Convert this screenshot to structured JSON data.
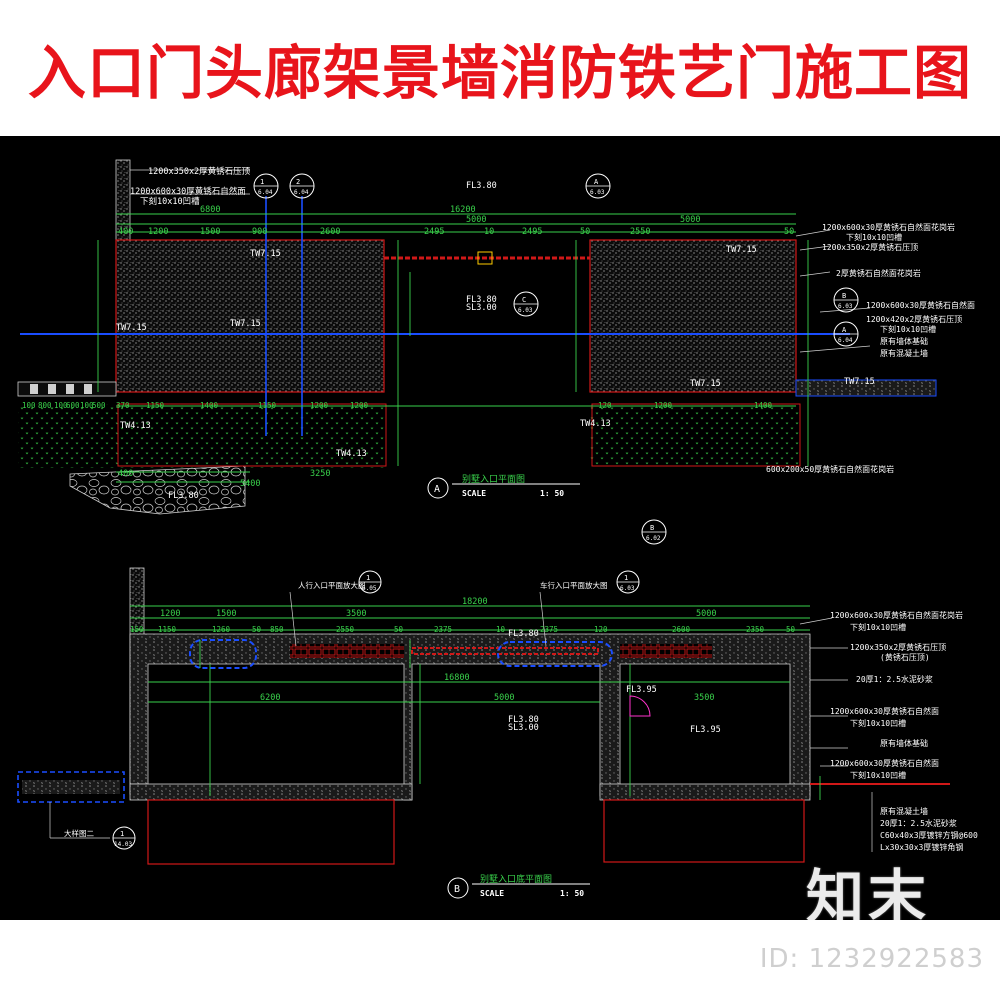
{
  "title": "入口门头廊架景墙消防铁艺门施工图",
  "watermark": {
    "logo": "知末",
    "id": "ID: 1232922583"
  },
  "colors": {
    "title": "#e8141b",
    "background": "#000000",
    "dim": "#39d14b",
    "axis": "#1a4dff",
    "wall": "#d01818",
    "text": "#ffffff",
    "note": "#ffffff",
    "mag": "#ff33cc"
  },
  "plan_a": {
    "caption": "别墅入口平面图",
    "scale_label": "SCALE",
    "scale": "1:  50",
    "marker": "A",
    "top_dims_row1": [
      "6800",
      "16200",
      "5000"
    ],
    "top_dims_row2": [
      "400",
      "1200",
      "1500",
      "900",
      "2600",
      "2495",
      "10",
      "2495",
      "50",
      "2550",
      "5000",
      "50"
    ],
    "notes_left": [
      "1200x350x2厚黄锈石压顶",
      "1200x600x30厚黄锈石自然面",
      "下刻10x10凹槽"
    ],
    "notes_right": [
      "1200x600x30厚黄锈石自然面花岗岩",
      "下刻10x10凹槽",
      "1200x350x2厚黄锈石压顶",
      "2厚黄锈石自然面花岗岩",
      "1200x600x30厚黄锈石自然面",
      "1200x420x2厚黄锈石压顶",
      "下刻10x10凹槽",
      "原有墙体基础",
      "原有混凝土墙"
    ],
    "labels": [
      "FL3.80",
      "TW7.15",
      "TW7.15",
      "TW7.15",
      "TW7.15",
      "TW4.13",
      "TW4.13",
      "TW4.13",
      "FL3.80",
      "SL3.00",
      "FL3.80"
    ],
    "bottom_dims": [
      "100",
      "800",
      "100",
      "600",
      "100",
      "500",
      "370",
      "1150",
      "1400",
      "1150",
      "1200",
      "1200",
      "120",
      "1200",
      "1400"
    ],
    "lower_dims": [
      "400",
      "3250",
      "5400"
    ],
    "footnote": "600x200x50厚黄锈石自然面花岗岩"
  },
  "plan_b": {
    "caption": "别墅入口底平面图",
    "scale_label": "SCALE",
    "scale": "1:  50",
    "marker": "B",
    "top_dims_row1": [
      "18200"
    ],
    "top_dims_row2": [
      "1200",
      "1500",
      "3500",
      "5000"
    ],
    "top_dims_row3": [
      "150",
      "1150",
      "1260",
      "50",
      "850",
      "2550",
      "50",
      "2375",
      "10",
      "2375",
      "120",
      "2600",
      "2350",
      "50"
    ],
    "mid_dims": [
      "16800",
      "6200",
      "5000",
      "3500"
    ],
    "labels": [
      "FL3.80",
      "FL3.95",
      "FL3.80",
      "SL3.00",
      "FL3.95"
    ],
    "callouts": [
      "人行入口平面放大图",
      "车行入口平面放大图",
      "大样图二"
    ],
    "notes_right": [
      "1200x600x30厚黄锈石自然面花岗岩",
      "下刻10x10凹槽",
      "1200x350x2厚黄锈石压顶",
      "(黄锈石压顶)",
      "20厚1：2.5水泥砂浆",
      "1200x600x30厚黄锈石自然面",
      "下刻10x10凹槽",
      "原有墙体基础",
      "1200x600x30厚黄锈石自然面",
      "下刻10x10凹槽",
      "20厚1：2.5水泥砂浆",
      "C60x40x3厚镀锌方钢@600",
      "Lx30x30x3厚镀锌角钢",
      "原有混凝土墙"
    ]
  },
  "section_refs": [
    {
      "num": "1",
      "ref": "6.04"
    },
    {
      "num": "2",
      "ref": "6.04"
    },
    {
      "num": "A",
      "ref": "6.03"
    },
    {
      "num": "C",
      "ref": "6.03"
    },
    {
      "num": "B",
      "ref": "6.03"
    },
    {
      "num": "A",
      "ref": "6.04"
    },
    {
      "num": "B",
      "ref": "6.02"
    },
    {
      "num": "1",
      "ref": "6.05"
    },
    {
      "num": "1",
      "ref": "6.03"
    },
    {
      "num": "1",
      "ref": "14.03"
    }
  ]
}
